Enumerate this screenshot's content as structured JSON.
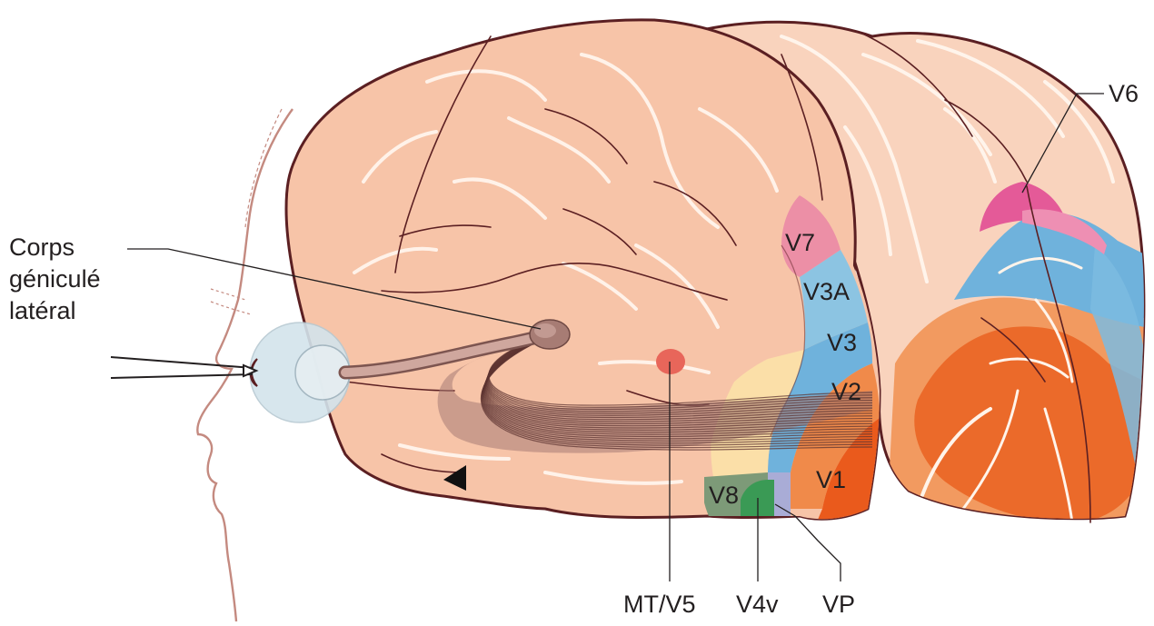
{
  "labels": {
    "lgn_line1": "Corps",
    "lgn_line2": "géniculé",
    "lgn_line3": "latéral",
    "v6": "V6",
    "v7": "V7",
    "v3a": "V3A",
    "v3": "V3",
    "v2": "V2",
    "v1": "V1",
    "v8": "V8",
    "mt_v5": "MT/V5",
    "v4v": "V4v",
    "vp": "VP"
  },
  "colors": {
    "brain_skin": "#f7c4a8",
    "brain_outline": "#5b1f22",
    "v1": "#ea5a1c",
    "v2": "#f08a4a",
    "v3": "#6fb2dc",
    "v3a": "#8cc4e2",
    "v7": "#ec8fa6",
    "v6": "#e45a98",
    "v8": "#7d9a78",
    "v4v": "#3a9a55",
    "vp": "#a9acd6",
    "mt_v5": "#e8665a",
    "optic_radiation": "#a77c74",
    "eyeball": "#d3e4ec"
  }
}
